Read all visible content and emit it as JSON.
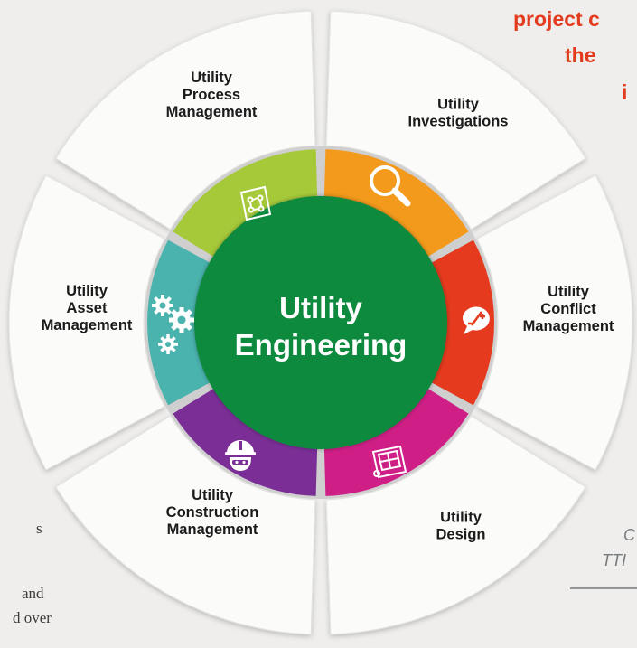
{
  "center": {
    "line1": "Utility",
    "line2": "Engineering",
    "color": "#0e8a3e"
  },
  "headline": [
    "project c",
    "the",
    "i"
  ],
  "caption": [
    "C",
    "TTI"
  ],
  "body_fragments": [
    "s",
    "and",
    "d over"
  ],
  "segments": [
    {
      "id": "process",
      "lines": [
        "Utility",
        "Process",
        "Management"
      ],
      "color": "#a6c93a",
      "icon": "circuit-board-icon"
    },
    {
      "id": "investigations",
      "lines": [
        "Utility",
        "Investigations"
      ],
      "color": "#f39a1c",
      "icon": "magnifier-icon"
    },
    {
      "id": "conflict",
      "lines": [
        "Utility",
        "Conflict",
        "Management"
      ],
      "color": "#e53a1e",
      "icon": "conflict-bubble-icon"
    },
    {
      "id": "design",
      "lines": [
        "Utility",
        "Design"
      ],
      "color": "#cf1f86",
      "icon": "blueprint-icon"
    },
    {
      "id": "construction",
      "lines": [
        "Utility",
        "Construction",
        "Management"
      ],
      "color": "#7b2e96",
      "icon": "hard-hat-worker-icon"
    },
    {
      "id": "asset",
      "lines": [
        "Utility",
        "Asset",
        "Management"
      ],
      "color": "#4bb3ae",
      "icon": "gears-icon"
    }
  ]
}
